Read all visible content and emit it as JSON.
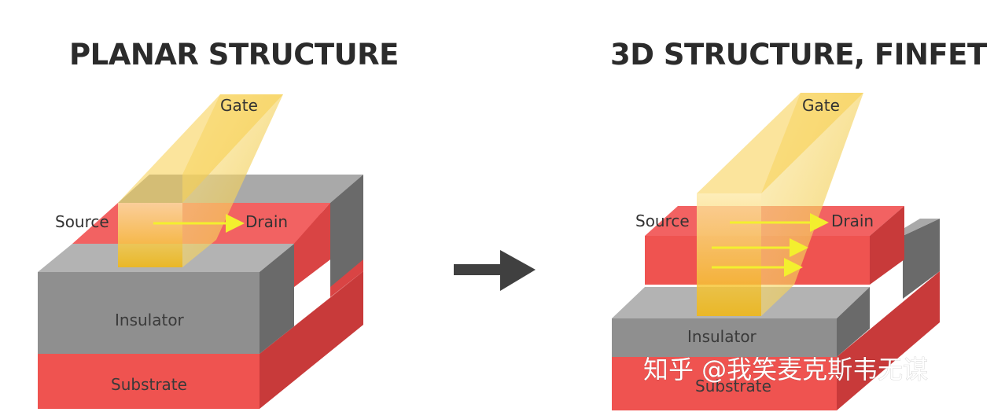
{
  "planar": {
    "title": "PLANAR STRUCTURE",
    "labels": {
      "gate": "Gate",
      "source": "Source",
      "drain": "Drain",
      "insulator": "Insulator",
      "substrate": "Substrate"
    }
  },
  "finfet": {
    "title": "3D STRUCTURE, FINFET",
    "labels": {
      "gate": "Gate",
      "source": "Source",
      "drain": "Drain",
      "insulator": "Insulator",
      "substrate": "Substrate"
    }
  },
  "watermark": "知乎 @我笑麦克斯韦无谋",
  "colors": {
    "substrate_front": "#ef5350",
    "substrate_side": "#c83a3a",
    "insulator_top": "#b3b3b3",
    "insulator_front": "#8f8f8f",
    "insulator_side": "#6a6a6a",
    "gate": "#f5c637",
    "arrow_main": "#404040",
    "current_arrow": "#f3ef2e"
  }
}
